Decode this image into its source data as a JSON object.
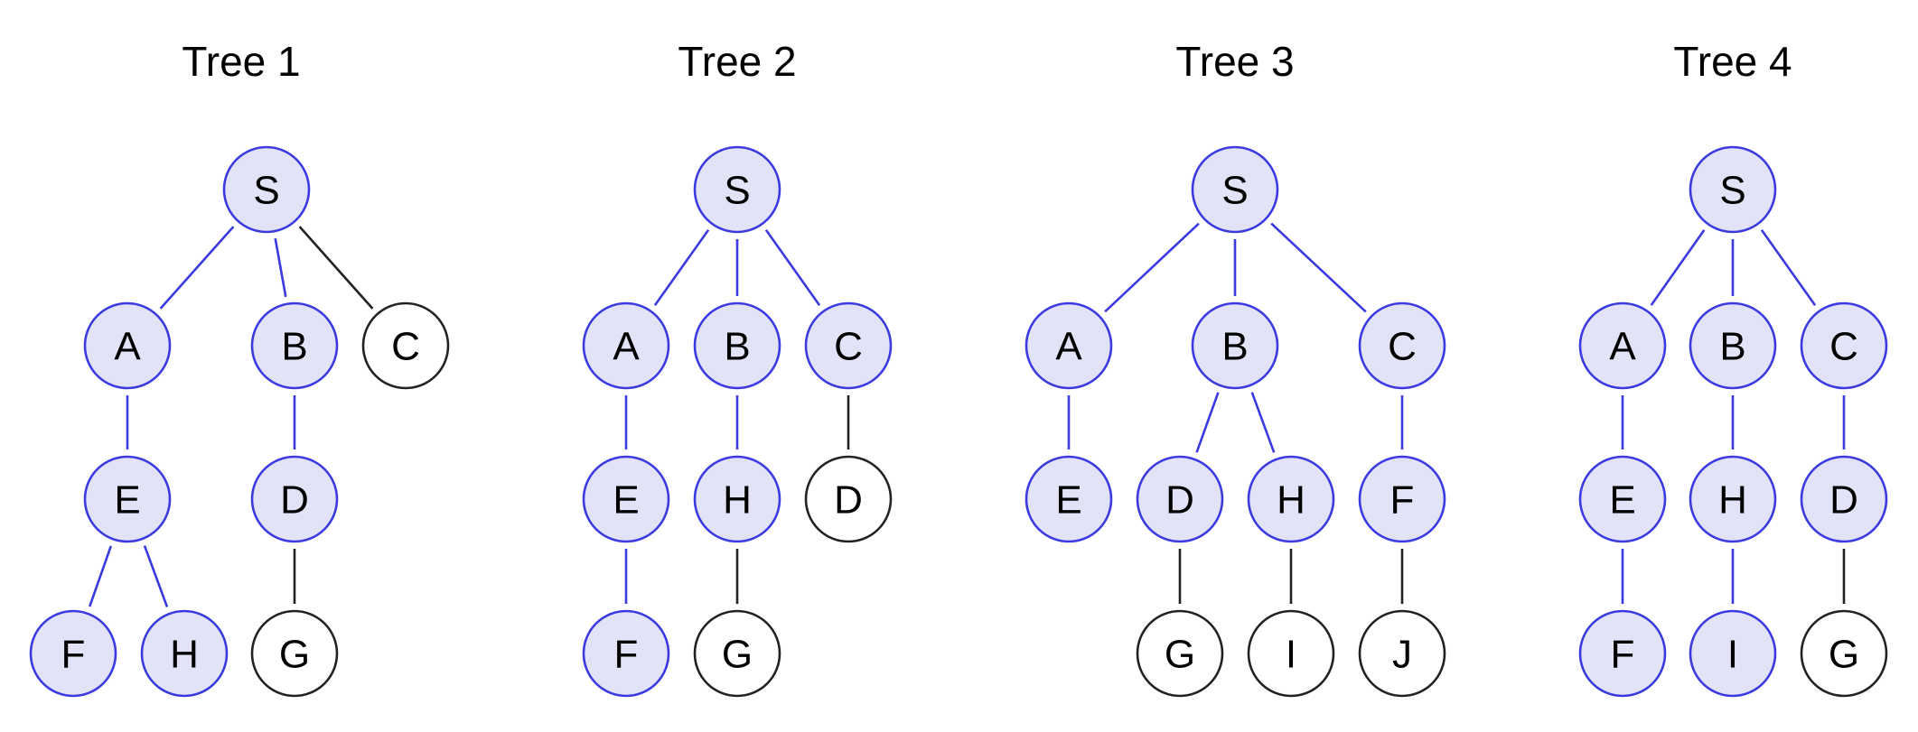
{
  "colors": {
    "highlight_fill": "#e3e3f8",
    "highlight_stroke": "#3a3ae0",
    "plain_fill": "#ffffff",
    "plain_stroke": "#222222",
    "text": "#000000"
  },
  "trees": [
    {
      "title": "Tree 1",
      "nodes": [
        {
          "id": "S",
          "label": "S",
          "highlighted": true
        },
        {
          "id": "A",
          "label": "A",
          "highlighted": true
        },
        {
          "id": "B",
          "label": "B",
          "highlighted": true
        },
        {
          "id": "C",
          "label": "C",
          "highlighted": false
        },
        {
          "id": "E",
          "label": "E",
          "highlighted": true
        },
        {
          "id": "D",
          "label": "D",
          "highlighted": true
        },
        {
          "id": "F",
          "label": "F",
          "highlighted": true
        },
        {
          "id": "H",
          "label": "H",
          "highlighted": true
        },
        {
          "id": "G",
          "label": "G",
          "highlighted": false
        }
      ],
      "edges": [
        {
          "from": "S",
          "to": "A",
          "highlighted": true
        },
        {
          "from": "S",
          "to": "B",
          "highlighted": true
        },
        {
          "from": "S",
          "to": "C",
          "highlighted": false
        },
        {
          "from": "A",
          "to": "E",
          "highlighted": true
        },
        {
          "from": "B",
          "to": "D",
          "highlighted": true
        },
        {
          "from": "E",
          "to": "F",
          "highlighted": true
        },
        {
          "from": "E",
          "to": "H",
          "highlighted": true
        },
        {
          "from": "D",
          "to": "G",
          "highlighted": false
        }
      ]
    },
    {
      "title": "Tree 2",
      "nodes": [
        {
          "id": "S",
          "label": "S",
          "highlighted": true
        },
        {
          "id": "A",
          "label": "A",
          "highlighted": true
        },
        {
          "id": "B",
          "label": "B",
          "highlighted": true
        },
        {
          "id": "C",
          "label": "C",
          "highlighted": true
        },
        {
          "id": "E",
          "label": "E",
          "highlighted": true
        },
        {
          "id": "H",
          "label": "H",
          "highlighted": true
        },
        {
          "id": "D",
          "label": "D",
          "highlighted": false
        },
        {
          "id": "F",
          "label": "F",
          "highlighted": true
        },
        {
          "id": "G",
          "label": "G",
          "highlighted": false
        }
      ],
      "edges": [
        {
          "from": "S",
          "to": "A",
          "highlighted": true
        },
        {
          "from": "S",
          "to": "B",
          "highlighted": true
        },
        {
          "from": "S",
          "to": "C",
          "highlighted": true
        },
        {
          "from": "A",
          "to": "E",
          "highlighted": true
        },
        {
          "from": "B",
          "to": "H",
          "highlighted": true
        },
        {
          "from": "C",
          "to": "D",
          "highlighted": false
        },
        {
          "from": "E",
          "to": "F",
          "highlighted": true
        },
        {
          "from": "H",
          "to": "G",
          "highlighted": false
        }
      ]
    },
    {
      "title": "Tree 3",
      "nodes": [
        {
          "id": "S",
          "label": "S",
          "highlighted": true
        },
        {
          "id": "A",
          "label": "A",
          "highlighted": true
        },
        {
          "id": "B",
          "label": "B",
          "highlighted": true
        },
        {
          "id": "C",
          "label": "C",
          "highlighted": true
        },
        {
          "id": "E",
          "label": "E",
          "highlighted": true
        },
        {
          "id": "D",
          "label": "D",
          "highlighted": true
        },
        {
          "id": "H",
          "label": "H",
          "highlighted": true
        },
        {
          "id": "F",
          "label": "F",
          "highlighted": true
        },
        {
          "id": "G",
          "label": "G",
          "highlighted": false
        },
        {
          "id": "I",
          "label": "I",
          "highlighted": false
        },
        {
          "id": "J",
          "label": "J",
          "highlighted": false
        }
      ],
      "edges": [
        {
          "from": "S",
          "to": "A",
          "highlighted": true
        },
        {
          "from": "S",
          "to": "B",
          "highlighted": true
        },
        {
          "from": "S",
          "to": "C",
          "highlighted": true
        },
        {
          "from": "A",
          "to": "E",
          "highlighted": true
        },
        {
          "from": "B",
          "to": "D",
          "highlighted": true
        },
        {
          "from": "B",
          "to": "H",
          "highlighted": true
        },
        {
          "from": "C",
          "to": "F",
          "highlighted": true
        },
        {
          "from": "D",
          "to": "G",
          "highlighted": false
        },
        {
          "from": "H",
          "to": "I",
          "highlighted": false
        },
        {
          "from": "F",
          "to": "J",
          "highlighted": false
        }
      ]
    },
    {
      "title": "Tree 4",
      "nodes": [
        {
          "id": "S",
          "label": "S",
          "highlighted": true
        },
        {
          "id": "A",
          "label": "A",
          "highlighted": true
        },
        {
          "id": "B",
          "label": "B",
          "highlighted": true
        },
        {
          "id": "C",
          "label": "C",
          "highlighted": true
        },
        {
          "id": "E",
          "label": "E",
          "highlighted": true
        },
        {
          "id": "H",
          "label": "H",
          "highlighted": true
        },
        {
          "id": "D",
          "label": "D",
          "highlighted": true
        },
        {
          "id": "F",
          "label": "F",
          "highlighted": true
        },
        {
          "id": "I",
          "label": "I",
          "highlighted": true
        },
        {
          "id": "G",
          "label": "G",
          "highlighted": false
        }
      ],
      "edges": [
        {
          "from": "S",
          "to": "A",
          "highlighted": true
        },
        {
          "from": "S",
          "to": "B",
          "highlighted": true
        },
        {
          "from": "S",
          "to": "C",
          "highlighted": true
        },
        {
          "from": "A",
          "to": "E",
          "highlighted": true
        },
        {
          "from": "B",
          "to": "H",
          "highlighted": true
        },
        {
          "from": "C",
          "to": "D",
          "highlighted": true
        },
        {
          "from": "E",
          "to": "F",
          "highlighted": true
        },
        {
          "from": "H",
          "to": "I",
          "highlighted": true
        },
        {
          "from": "D",
          "to": "G",
          "highlighted": false
        }
      ]
    }
  ]
}
